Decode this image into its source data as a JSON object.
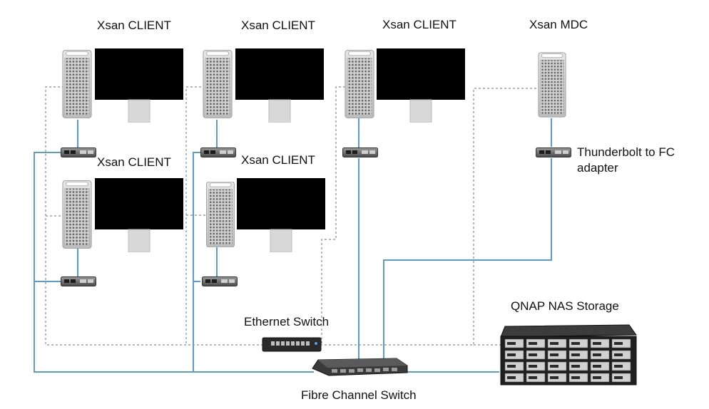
{
  "labels": {
    "client_1": "Xsan CLIENT",
    "client_2": "Xsan CLIENT",
    "client_3": "Xsan CLIENT",
    "client_4": "Xsan CLIENT",
    "client_5": "Xsan CLIENT",
    "mdc": "Xsan MDC",
    "adapter": "Thunderbolt to FC adapter",
    "nas": "QNAP NAS Storage",
    "ethernet_switch": "Ethernet Switch",
    "fc_switch": "Fibre Channel Switch"
  },
  "colors": {
    "fc_link": "#5b9bd5",
    "ethernet_link": "#8c8c8c",
    "display": "#000000",
    "device": "#3a3a3a"
  }
}
